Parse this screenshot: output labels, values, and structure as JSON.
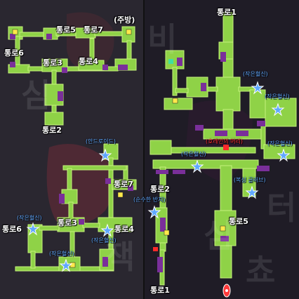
{
  "watermarks": [
    "심",
    "비",
    "심",
    "쵸",
    "터",
    "잭"
  ],
  "labels": {
    "corridor1_top": "통로1",
    "corridor5_tl": "통로5",
    "corridor7_tl": "통로7",
    "kitchen": "(주방)",
    "corridor6_tl": "통로6",
    "corridor3_tl": "통로3",
    "corridor4_tl": "통로4",
    "corridor2_tl": "통로2",
    "corridor7_bl": "통로7",
    "corridor2_mid": "통로2",
    "corridor3_bl": "통로3",
    "corridor4_bl": "통로4",
    "corridor6_bl": "통로6",
    "corridor5_right": "통로5",
    "corridor1_bottom": "통로1"
  },
  "blue_labels": {
    "small_spirit_r1": "(작은혈신)",
    "small_spirit_r2": "(작은혈신)",
    "small_spirit_r3": "(작은혈신)",
    "small_spirit_mid": "(작은혈신)",
    "android": "(안드로이드)",
    "pure_ring": "(순수한 반지)",
    "boxing_glove": "(복싱 글러브)",
    "small_spirit_bl1": "(작은혈신)",
    "small_spirit_bl2": "(작은혈신)",
    "small_spirit_bl3": "(작은혈신)"
  },
  "red_labels": {
    "hornet_head": "(호레인의 머리)"
  },
  "colors": {
    "floor": "#8fd247",
    "floor_edge": "#c6f27c",
    "door": "#7a2f9a",
    "chest": "#ffe94a",
    "star": "#5fa8ff",
    "danger": "#ff2a2a"
  },
  "icons": [
    "star-icon",
    "chest-icon",
    "door-icon",
    "portal-marker-icon"
  ]
}
